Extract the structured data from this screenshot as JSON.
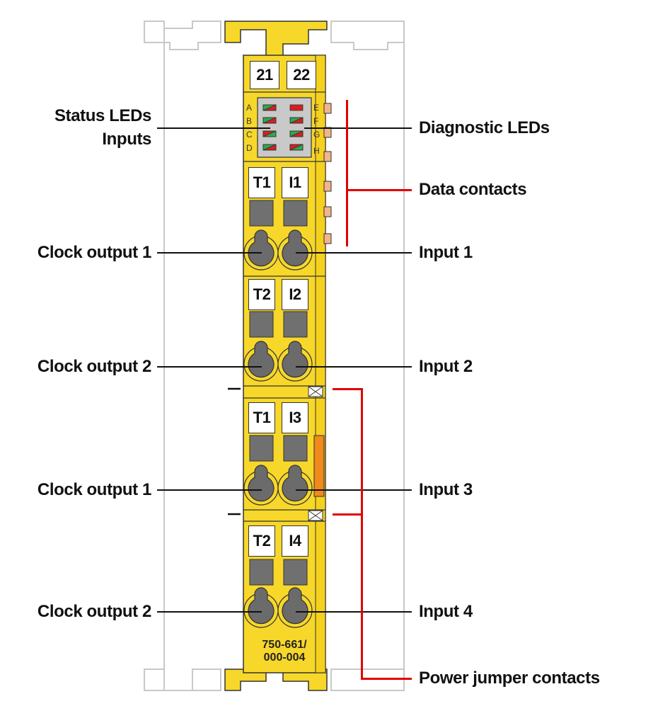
{
  "module": {
    "top_terminals": [
      "21",
      "22"
    ],
    "model_line1": "750-661/",
    "model_line2": "000-004",
    "led_letters_left": [
      "A",
      "B",
      "C",
      "D"
    ],
    "led_letters_right": [
      "E",
      "F",
      "G",
      "H"
    ],
    "terminal_groups": [
      {
        "left": "T1",
        "right": "I1"
      },
      {
        "left": "T2",
        "right": "I2"
      },
      {
        "left": "T1",
        "right": "I3"
      },
      {
        "left": "T2",
        "right": "I4"
      }
    ]
  },
  "labels_left": {
    "status_leds_line1": "Status LEDs",
    "status_leds_line2": "Inputs",
    "clock_output_1a": "Clock output 1",
    "clock_output_2a": "Clock output 2",
    "clock_output_1b": "Clock output 1",
    "clock_output_2b": "Clock output 2"
  },
  "labels_right": {
    "diagnostic_leds": "Diagnostic LEDs",
    "data_contacts": "Data contacts",
    "input_1": "Input 1",
    "input_2": "Input 2",
    "input_3": "Input 3",
    "input_4": "Input 4",
    "power_jumper_contacts": "Power jumper contacts"
  },
  "colors": {
    "module_yellow": "#f7d72a",
    "callout_red": "#e10000",
    "led_red": "#d42020",
    "led_green": "#2fa84f",
    "contact_orange": "#f2b48a",
    "jumper_orange": "#f08a1a"
  }
}
